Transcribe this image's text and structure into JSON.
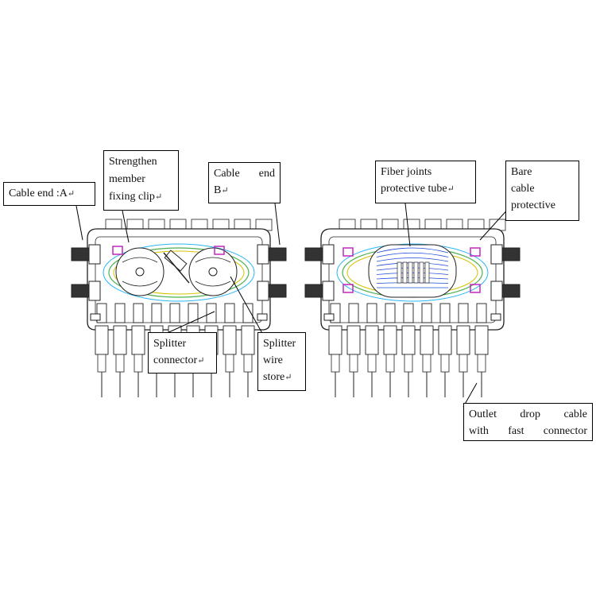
{
  "diagram": {
    "left_unit": {
      "labels": {
        "cable_end_a": "Cable end :A",
        "strengthen_clip": "Strengthen\nmember\nfixing clip",
        "cable_end_b": "Cable end\nB",
        "splitter_connector": "Splitter\nconnector",
        "splitter_wire_store": "Splitter\nwire\nstore"
      }
    },
    "right_unit": {
      "labels": {
        "fiber_joints_tube": "Fiber joints\nprotective tube",
        "bare_cable_protective": "Bare\ncable\nprotective",
        "outlet_drop_cable": "Outlet drop cable\nwith fast connector"
      }
    },
    "return_mark": "↵",
    "colors": {
      "line": "#222222",
      "fiber_green": "#4caf50",
      "fiber_yellow": "#d4c400",
      "fiber_cyan": "#29b6f6",
      "fiber_blue": "#1e4bd8",
      "fiber_magenta": "#c026c0"
    }
  }
}
